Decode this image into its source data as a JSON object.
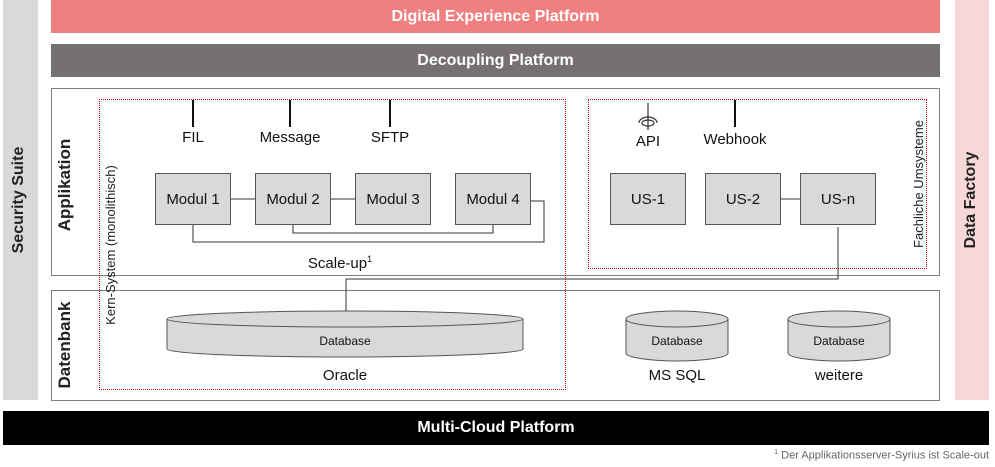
{
  "bands": {
    "digital_experience": "Digital Experience Platform",
    "decoupling": "Decoupling Platform",
    "multi_cloud": "Multi-Cloud Platform"
  },
  "side": {
    "security_suite": "Security Suite",
    "data_factory": "Data Factory"
  },
  "sections": {
    "applikation": "Applikation",
    "datenbank": "Datenbank"
  },
  "core": {
    "label": "Kern-System (monolithisch)",
    "interfaces": [
      "FIL",
      "Message",
      "SFTP"
    ],
    "modules": [
      "Modul 1",
      "Modul 2",
      "Modul 3",
      "Modul 4"
    ],
    "scale_label": "Scale-up",
    "scale_sup": "1"
  },
  "fach": {
    "label": "Fachliche Umsysteme",
    "interfaces": [
      "API",
      "Webhook"
    ],
    "systems": [
      "US-1",
      "US-2",
      "US-n"
    ]
  },
  "databases": {
    "db_text": "Database",
    "oracle": "Oracle",
    "mssql": "MS SQL",
    "weitere": "weitere"
  },
  "footnote": {
    "sup": "1",
    "text": "Der Applikationsserver-Syrius ist Scale-out"
  },
  "colors": {
    "digital": "#f08080",
    "decoupling": "#767171",
    "multicloud": "#000000",
    "security": "#d9d9d9",
    "datafactory": "#f8d7d7",
    "dotted": "#d00000"
  }
}
